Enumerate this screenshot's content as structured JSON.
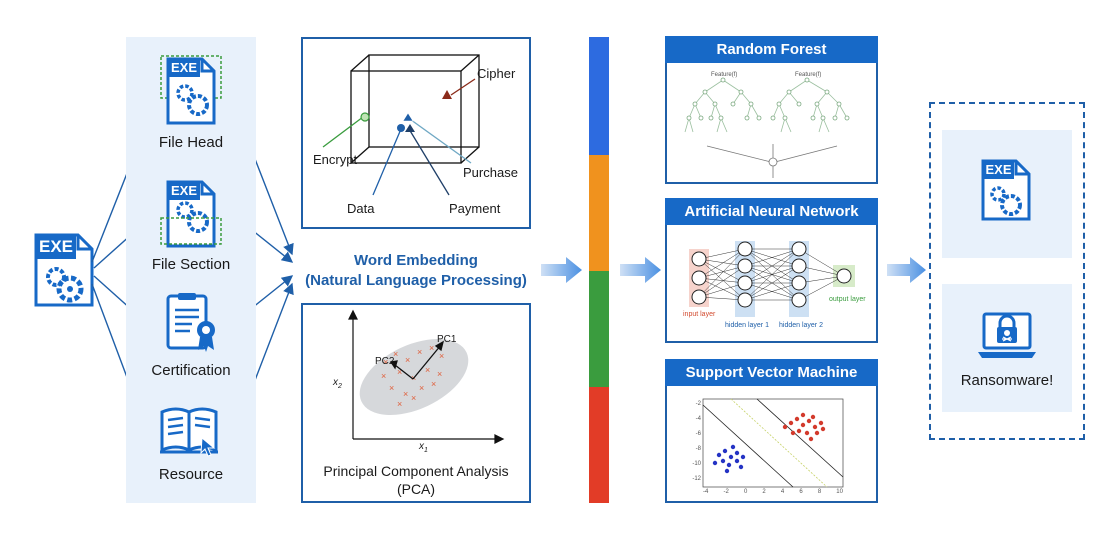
{
  "features": {
    "file_head": "File Head",
    "file_section": "File Section",
    "certification": "Certification",
    "resource": "Resource"
  },
  "icons": {
    "exe_label": "EXE"
  },
  "embedding": {
    "title_line1": "Word Embedding",
    "title_line2": "(Natural Language Processing)",
    "cube": {
      "cipher": "Cipher",
      "encrypt": "Encrypt",
      "purchase": "Purchase",
      "data": "Data",
      "payment": "Payment"
    },
    "pca": {
      "pc1": "PC1",
      "pc2": "PC2",
      "x1": "x",
      "x1_sub": "1",
      "x2": "x",
      "x2_sub": "2",
      "caption_line1": "Principal Component Analysis",
      "caption_line2": "(PCA)"
    }
  },
  "models": {
    "random_forest": {
      "title": "Random Forest",
      "feature_label": "Feature(f)"
    },
    "ann": {
      "title": "Artificial Neural Network",
      "input_layer": "input layer",
      "hidden1": "hidden layer 1",
      "hidden2": "hidden layer 2",
      "output_layer": "output layer"
    },
    "svm": {
      "title": "Support Vector Machine",
      "y_ticks": [
        "-2",
        "-4",
        "-6",
        "-8",
        "-10",
        "-12"
      ],
      "x_ticks": [
        "-4",
        "-2",
        "0",
        "2",
        "4",
        "6",
        "8",
        "10"
      ]
    }
  },
  "result": {
    "label": "Ransomware!"
  },
  "colors": {
    "brand": "#1769c7",
    "panel": "#e8f1fb",
    "bar": [
      "#2d6be0",
      "#f0921e",
      "#3a9c3e",
      "#e23c27"
    ]
  }
}
